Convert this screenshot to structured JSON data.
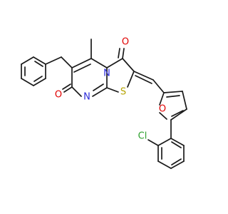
{
  "molecule": {
    "atoms": {
      "O_top": {
        "text": "O",
        "color": "#e00000"
      },
      "O_left": {
        "text": "O",
        "color": "#e00000"
      },
      "N_ring": {
        "text": "N",
        "color": "#2b2bd9"
      },
      "N_bottom": {
        "text": "N",
        "color": "#2b2bd9"
      },
      "S_ring": {
        "text": "S",
        "color": "#b5a300"
      },
      "O_furan": {
        "text": "O",
        "color": "#e00000"
      },
      "Cl": {
        "text": "Cl",
        "color": "#2ea02e"
      }
    },
    "bond_color": "#1a1a1a"
  }
}
